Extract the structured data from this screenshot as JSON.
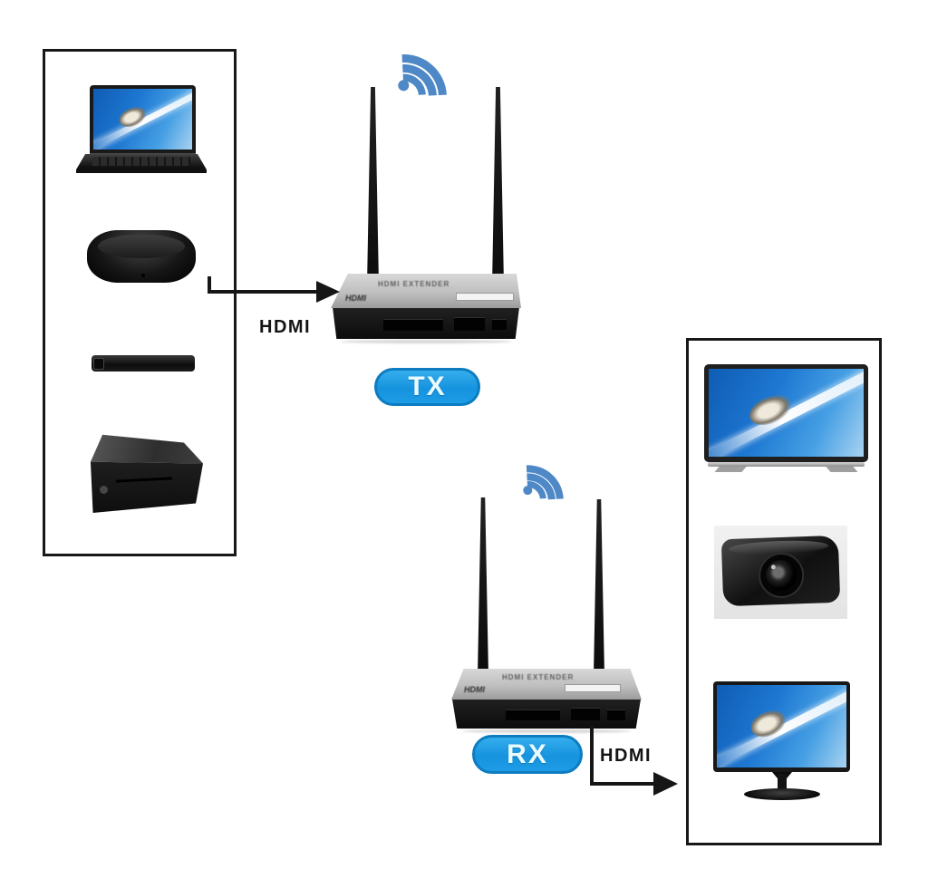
{
  "labels": {
    "tx_badge": "TX",
    "rx_badge": "RX",
    "source_cable": "HDMI",
    "display_cable": "HDMI"
  },
  "devices": {
    "transmitter": {
      "name": "wireless-hdmi-transmitter",
      "marking": "HDMI EXTENDER",
      "logo": "HDMI",
      "antennas": 2
    },
    "receiver": {
      "name": "wireless-hdmi-receiver",
      "marking": "HDMI EXTENDER",
      "logo": "HDMI",
      "antennas": 2
    }
  },
  "source_devices": [
    {
      "icon": "laptop-icon"
    },
    {
      "icon": "streaming-box-icon"
    },
    {
      "icon": "media-stick-icon"
    },
    {
      "icon": "dvd-player-icon"
    }
  ],
  "display_devices": [
    {
      "icon": "tv-icon"
    },
    {
      "icon": "projector-icon"
    },
    {
      "icon": "monitor-icon"
    }
  ],
  "icons": {
    "wireless_signal": "wifi-icon"
  },
  "colors": {
    "badge_blue": "#1b9de4",
    "badge_border": "#0d7cc0",
    "wifi_blue": "#4e88c6",
    "line_black": "#161616",
    "screen_blue": "#1e78d2",
    "device_silver": "#bfbfbf"
  }
}
